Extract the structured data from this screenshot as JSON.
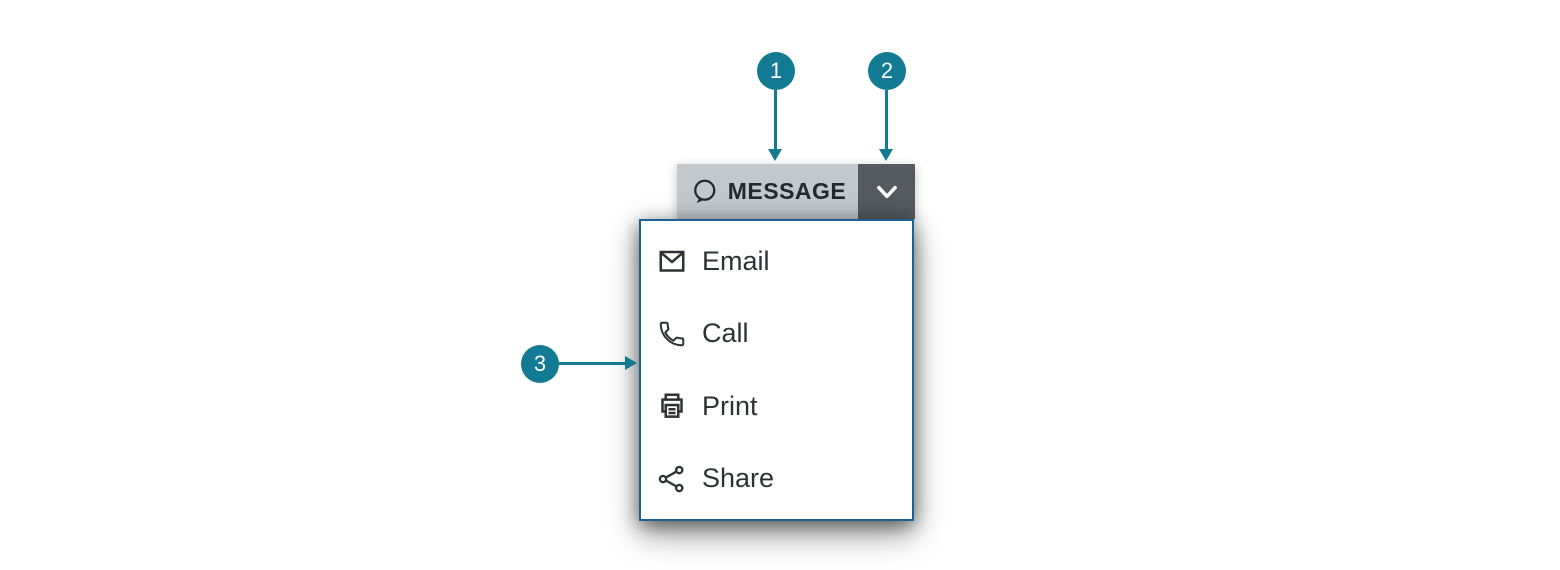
{
  "colors": {
    "accent_teal": "#127a92",
    "button_background": "#c3c8cc",
    "button_text": "#26292c",
    "toggle_background": "#545a60",
    "menu_border": "#1a6195",
    "menu_background": "#ffffff",
    "item_text": "#2e3135"
  },
  "split_button": {
    "label": "MESSAGE",
    "icon": "message-bubble-icon",
    "toggle_icon": "chevron-down-icon"
  },
  "menu": {
    "items": [
      {
        "label": "Email",
        "icon": "email-icon"
      },
      {
        "label": "Call",
        "icon": "call-icon"
      },
      {
        "label": "Print",
        "icon": "print-icon"
      },
      {
        "label": "Share",
        "icon": "share-icon"
      }
    ]
  },
  "callouts": [
    {
      "number": "1"
    },
    {
      "number": "2"
    },
    {
      "number": "3"
    }
  ]
}
